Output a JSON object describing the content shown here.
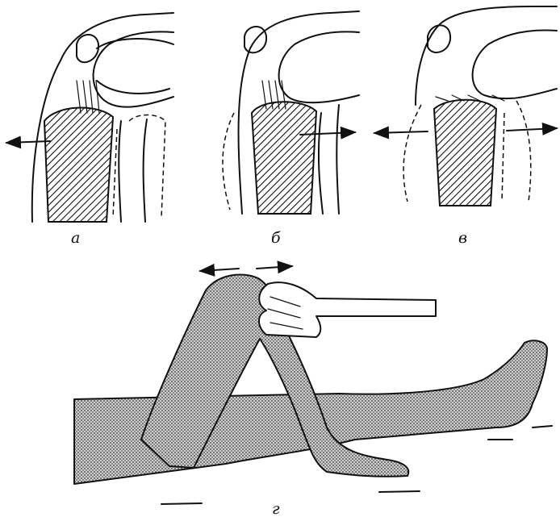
{
  "figure": {
    "panels": [
      {
        "id": "a",
        "label": "a",
        "arrow": "left"
      },
      {
        "id": "b",
        "label": "б",
        "arrow": "right"
      },
      {
        "id": "c",
        "label": "в",
        "arrow": "both"
      },
      {
        "id": "d",
        "label": "г",
        "arrow": "both"
      }
    ],
    "ink_color": "#111111"
  }
}
